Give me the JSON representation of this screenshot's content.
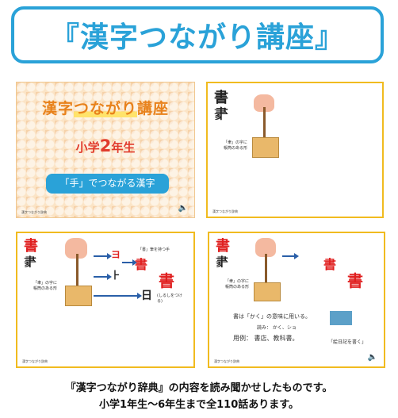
{
  "title": "『漢字つながり講座』",
  "slides": {
    "cover": {
      "title_part1": "漢字",
      "title_highlight": "つながり",
      "title_part2": "講座",
      "subtitle_pre": "小学",
      "subtitle_num": "2",
      "subtitle_post": "年生",
      "button": "「手」でつながる漢字",
      "credit": "漢字つながり辞典",
      "speaker_icon": "speaker-icon"
    },
    "slide2": {
      "kanji_main": "書",
      "kanji_glyph": "𦘔",
      "label": "「聿」の字に 帳筒のある形",
      "credit": "漢字つながり辞典"
    },
    "slide3": {
      "kanji_main": "書",
      "chars": [
        "ヨ",
        "⺊",
        "書",
        "書",
        "日"
      ],
      "note1": "「書」筆を持つ手",
      "note2": "(しるしをつける)",
      "label": "「聿」の字に 帳筒のある形",
      "credit": "漢字つながり辞典"
    },
    "slide4": {
      "kanji_main": "書",
      "line1": "書は「かく」の意味に用いる。",
      "line2": "読み： かく、ショ",
      "line3": "用例： 書店、教科書。",
      "box_label": "「絵日記を書く」",
      "label": "「聿」の字に 帳筒のある形",
      "credit": "漢字つながり辞典"
    }
  },
  "caption": {
    "line1": "『漢字つながり辞典』の内容を読み聞かせしたものです。",
    "line2": "小学1年生～6年生まで全110話あります。"
  }
}
